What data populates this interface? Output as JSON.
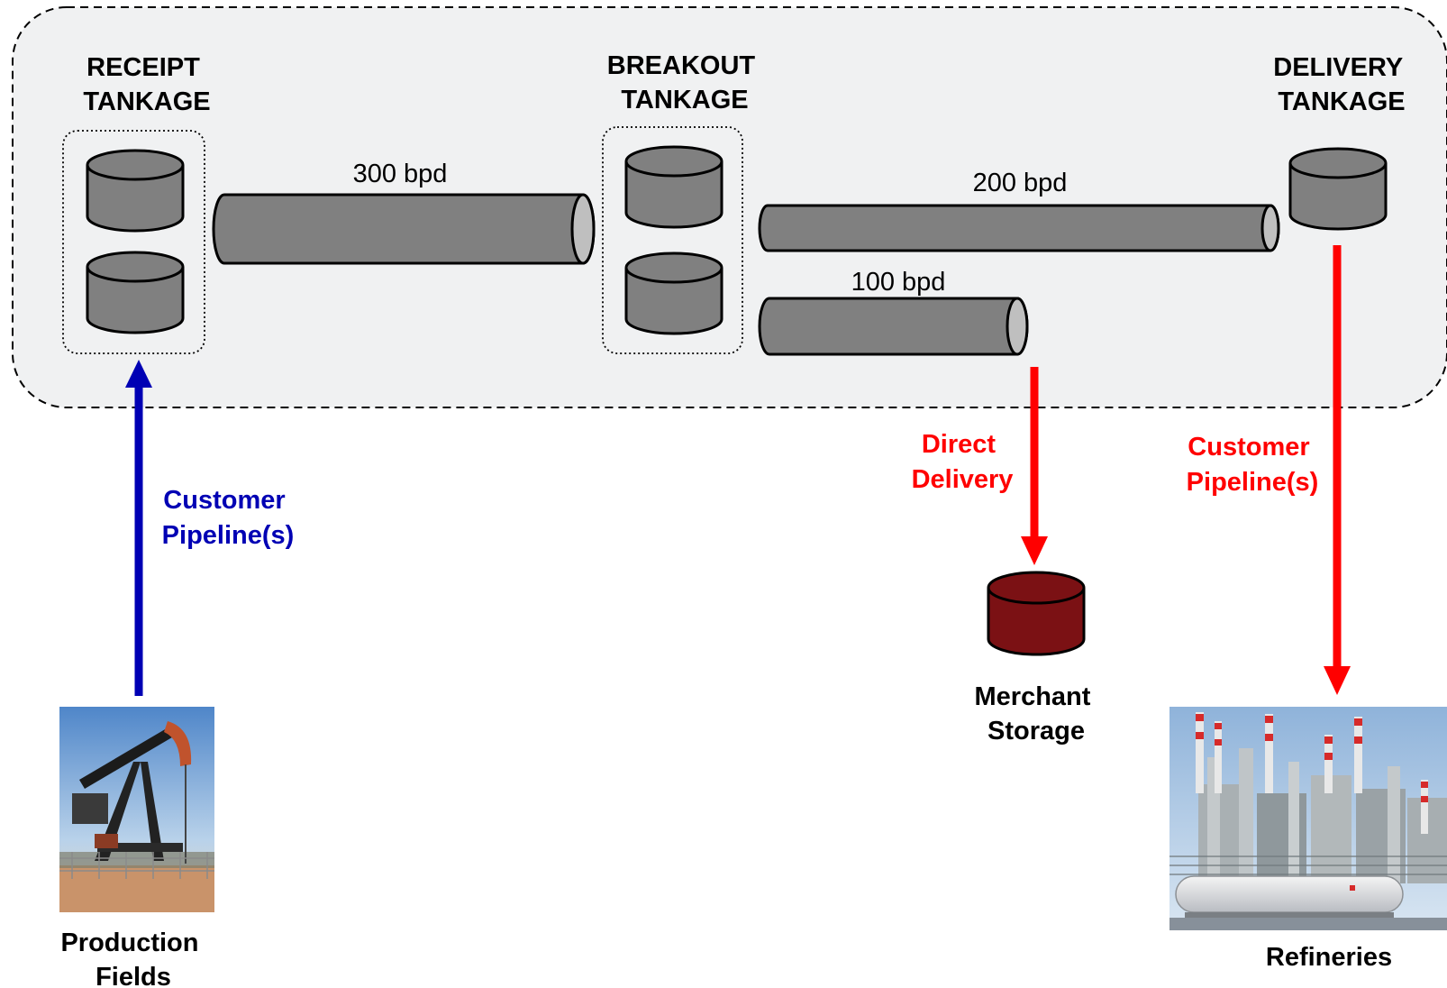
{
  "system": {
    "receipt": {
      "line1": "RECEIPT",
      "line2": "TANKAGE"
    },
    "breakout": {
      "line1": "BREAKOUT",
      "line2": "TANKAGE"
    },
    "delivery": {
      "line1": "DELIVERY",
      "line2": "TANKAGE"
    }
  },
  "pipes": {
    "mainline": "300 bpd",
    "to_delivery": "200 bpd",
    "to_direct": "100 bpd"
  },
  "flows": {
    "inbound": {
      "line1": "Customer",
      "line2": "Pipeline(s)",
      "color": "#0000b4"
    },
    "direct": {
      "line1": "Direct",
      "line2": "Delivery",
      "color": "#ff0000"
    },
    "outbound": {
      "line1": "Customer",
      "line2": "Pipeline(s)",
      "color": "#ff0000"
    }
  },
  "endpoints": {
    "production": {
      "line1": "Production",
      "line2": "Fields"
    },
    "merchant": {
      "line1": "Merchant",
      "line2": "Storage"
    },
    "refineries": {
      "line1": "Refineries"
    }
  },
  "colors": {
    "tank": "#808080",
    "merchant_tank": "#7b1114",
    "system_bg": "#f0f1f2"
  }
}
